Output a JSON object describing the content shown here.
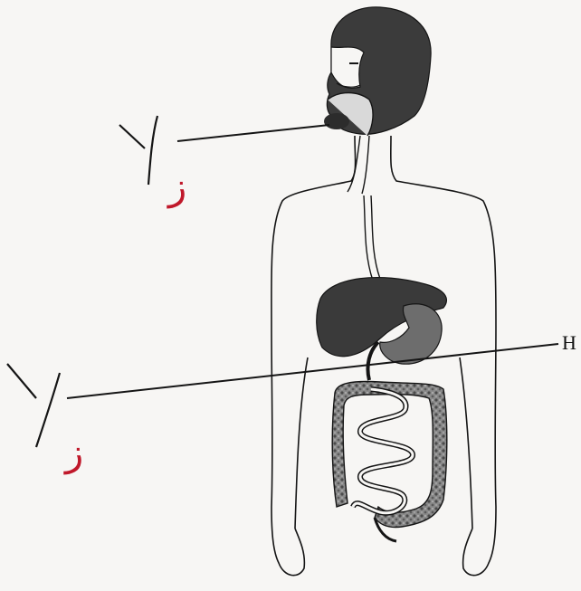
{
  "labels": {
    "right_marker": "H"
  },
  "annotations": {
    "handwritten_top": "ز",
    "handwritten_bottom": "ز"
  },
  "colors": {
    "ink": "#151515",
    "organ_dark": "#3a3a3a",
    "organ_mid": "#6d6d6d",
    "handwriting_red": "#c0182a",
    "paper": "#f7f6f4"
  }
}
